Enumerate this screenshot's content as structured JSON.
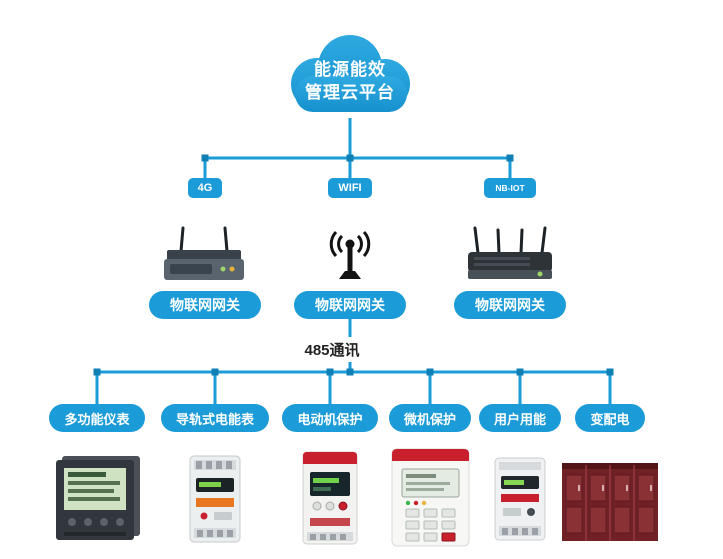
{
  "colors": {
    "accent": "#1b9bd8",
    "accent_dark": "#0f7fb4",
    "text_dark": "#222222"
  },
  "cloud": {
    "title_line1": "能源能效",
    "title_line2": "管理云平台"
  },
  "gateways": [
    {
      "badge": "4G",
      "label": "物联网网关",
      "image": "4g-router"
    },
    {
      "badge": "WIFI",
      "label": "物联网网关",
      "image": "wifi-antenna"
    },
    {
      "badge": "NB-IOT",
      "label": "物联网网关",
      "image": "nbiot-router"
    }
  ],
  "bus": {
    "label": "485通讯"
  },
  "devices": [
    {
      "label": "多功能仪表",
      "image": "multifunction-meter"
    },
    {
      "label": "导轨式电能表",
      "image": "din-rail-energy-meter"
    },
    {
      "label": "电动机保护",
      "image": "motor-protection-device"
    },
    {
      "label": "微机保护",
      "image": "microcomputer-protection-relay"
    },
    {
      "label": "用户用能",
      "image": "user-energy-meter"
    },
    {
      "label": "变配电",
      "image": "power-distribution-cabinet"
    }
  ]
}
